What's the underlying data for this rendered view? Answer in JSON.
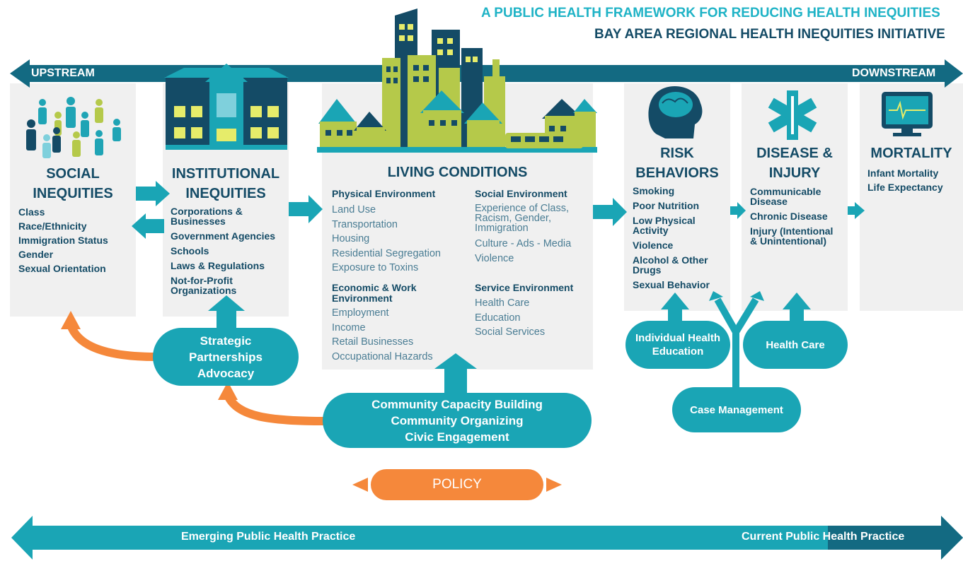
{
  "title": {
    "line1": "A PUBLIC HEALTH FRAMEWORK  FOR REDUCING HEALTH INEQUITIES",
    "line2": "BAY AREA REGIONAL HEALTH INEQUITIES INITIATIVE"
  },
  "axis": {
    "upstream": "UPSTREAM",
    "downstream": "DOWNSTREAM"
  },
  "social": {
    "heading1": "SOCIAL",
    "heading2": "INEQUITIES",
    "items": [
      "Class",
      "Race/Ethnicity",
      "Immigration Status",
      "Gender",
      "Sexual Orientation"
    ]
  },
  "institutional": {
    "heading1": "INSTITUTIONAL",
    "heading2": "INEQUITIES",
    "items": [
      [
        "Corporations &",
        "Businesses"
      ],
      [
        "Government Agencies"
      ],
      [
        "Schools"
      ],
      [
        "Laws & Regulations"
      ],
      [
        "Not-for-Profit",
        "Organizations"
      ]
    ]
  },
  "living": {
    "heading": "LIVING CONDITIONS",
    "physical": {
      "title": "Physical Environment",
      "items": [
        "Land Use",
        "Transportation",
        "Housing",
        "Residential Segregation",
        "Exposure to Toxins"
      ]
    },
    "economic": {
      "title1": "Economic & Work",
      "title2": "Environment",
      "items": [
        "Employment",
        "Income",
        "Retail Businesses",
        "Occupational Hazards"
      ]
    },
    "social_env": {
      "title": "Social Environment",
      "items": [
        "Experience of Class,",
        "Racism, Gender,",
        "Immigration",
        "Culture - Ads - Media",
        "Violence"
      ]
    },
    "service": {
      "title": "Service Environment",
      "items": [
        "Health Care",
        "Education",
        "Social Services"
      ]
    }
  },
  "risk": {
    "heading1": "RISK",
    "heading2": "BEHAVIORS",
    "items": [
      [
        "Smoking"
      ],
      [
        "Poor Nutrition"
      ],
      [
        "Low Physical",
        "Activity"
      ],
      [
        "Violence"
      ],
      [
        "Alcohol & Other",
        "Drugs"
      ],
      [
        "Sexual Behavior"
      ]
    ]
  },
  "disease": {
    "heading1": "DISEASE &",
    "heading2": "INJURY",
    "items": [
      [
        "Communicable",
        "Disease"
      ],
      [
        "Chronic Disease"
      ],
      [
        "Injury (Intentional",
        "& Unintentional)"
      ]
    ]
  },
  "mortality": {
    "heading": "MORTALITY",
    "items": [
      "Infant Mortality",
      "Life Expectancy"
    ]
  },
  "interventions": {
    "strategic": [
      "Strategic",
      "Partnerships",
      "Advocacy"
    ],
    "community": [
      "Community Capacity Building",
      "Community Organizing",
      "Civic Engagement"
    ],
    "individual": [
      "Individual Health",
      "Education"
    ],
    "health_care": "Health Care",
    "case_management": "Case Management",
    "policy": "POLICY"
  },
  "practice": {
    "emerging": "Emerging Public Health Practice",
    "current": "Current Public Health Practice"
  },
  "colors": {
    "teal": "#1aa5b5",
    "navy": "#144b66",
    "orange": "#f5883b",
    "light_teal": "#1fb3c6"
  }
}
